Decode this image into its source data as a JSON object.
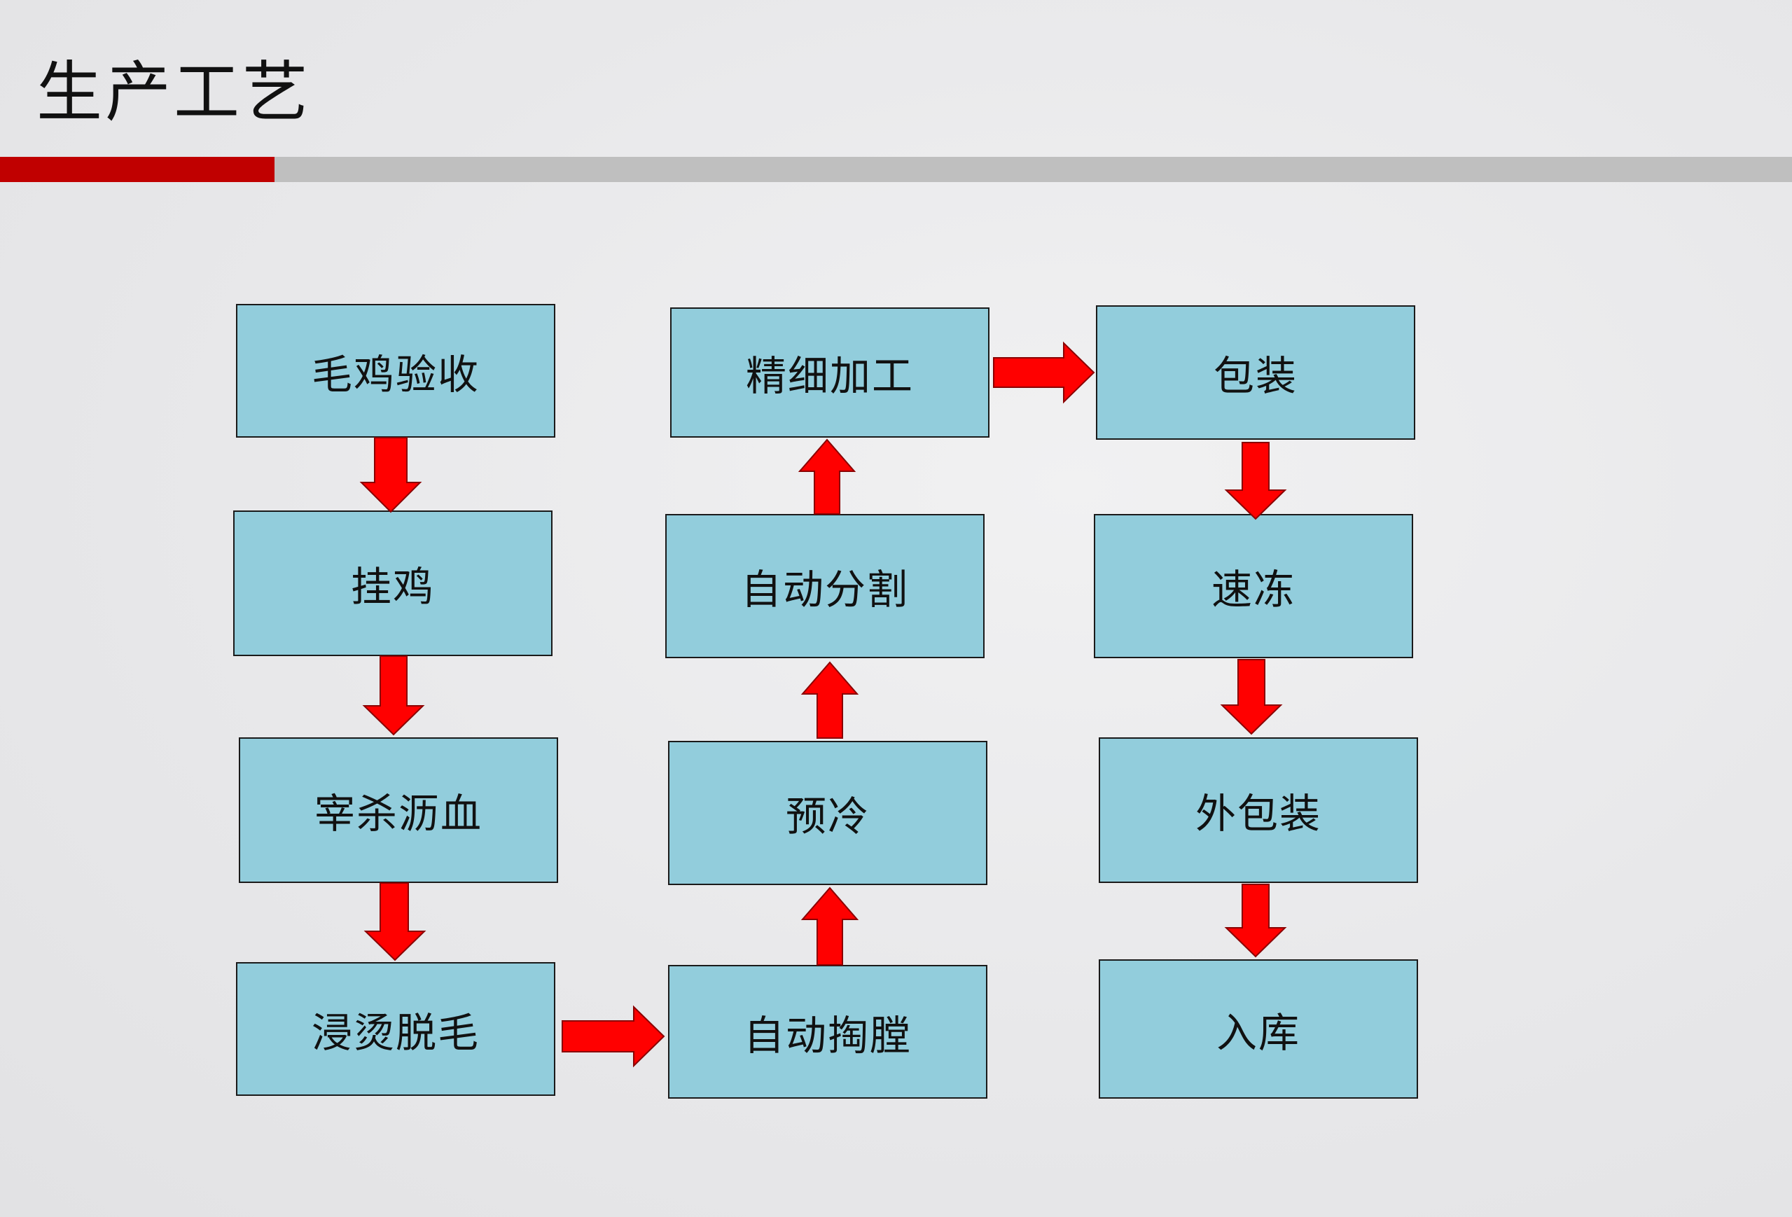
{
  "slide": {
    "title": "生产工艺"
  },
  "colors": {
    "accent_red": "#c00000",
    "bar_gray": "#bfbfbf",
    "box_fill": "#92cddc",
    "arrow_red": "#ff0000"
  },
  "flow": {
    "steps": [
      {
        "id": "s1",
        "label": "毛鸡验收"
      },
      {
        "id": "s2",
        "label": "挂鸡"
      },
      {
        "id": "s3",
        "label": "宰杀沥血"
      },
      {
        "id": "s4",
        "label": "浸烫脱毛"
      },
      {
        "id": "s5",
        "label": "自动掏膛"
      },
      {
        "id": "s6",
        "label": "预冷"
      },
      {
        "id": "s7",
        "label": "自动分割"
      },
      {
        "id": "s8",
        "label": "精细加工"
      },
      {
        "id": "s9",
        "label": "包装"
      },
      {
        "id": "s10",
        "label": "速冻"
      },
      {
        "id": "s11",
        "label": "外包装"
      },
      {
        "id": "s12",
        "label": "入库"
      }
    ],
    "connections": [
      {
        "from": "s1",
        "to": "s2"
      },
      {
        "from": "s2",
        "to": "s3"
      },
      {
        "from": "s3",
        "to": "s4"
      },
      {
        "from": "s4",
        "to": "s5"
      },
      {
        "from": "s5",
        "to": "s6"
      },
      {
        "from": "s6",
        "to": "s7"
      },
      {
        "from": "s7",
        "to": "s8"
      },
      {
        "from": "s8",
        "to": "s9"
      },
      {
        "from": "s9",
        "to": "s10"
      },
      {
        "from": "s10",
        "to": "s11"
      },
      {
        "from": "s11",
        "to": "s12"
      }
    ]
  }
}
